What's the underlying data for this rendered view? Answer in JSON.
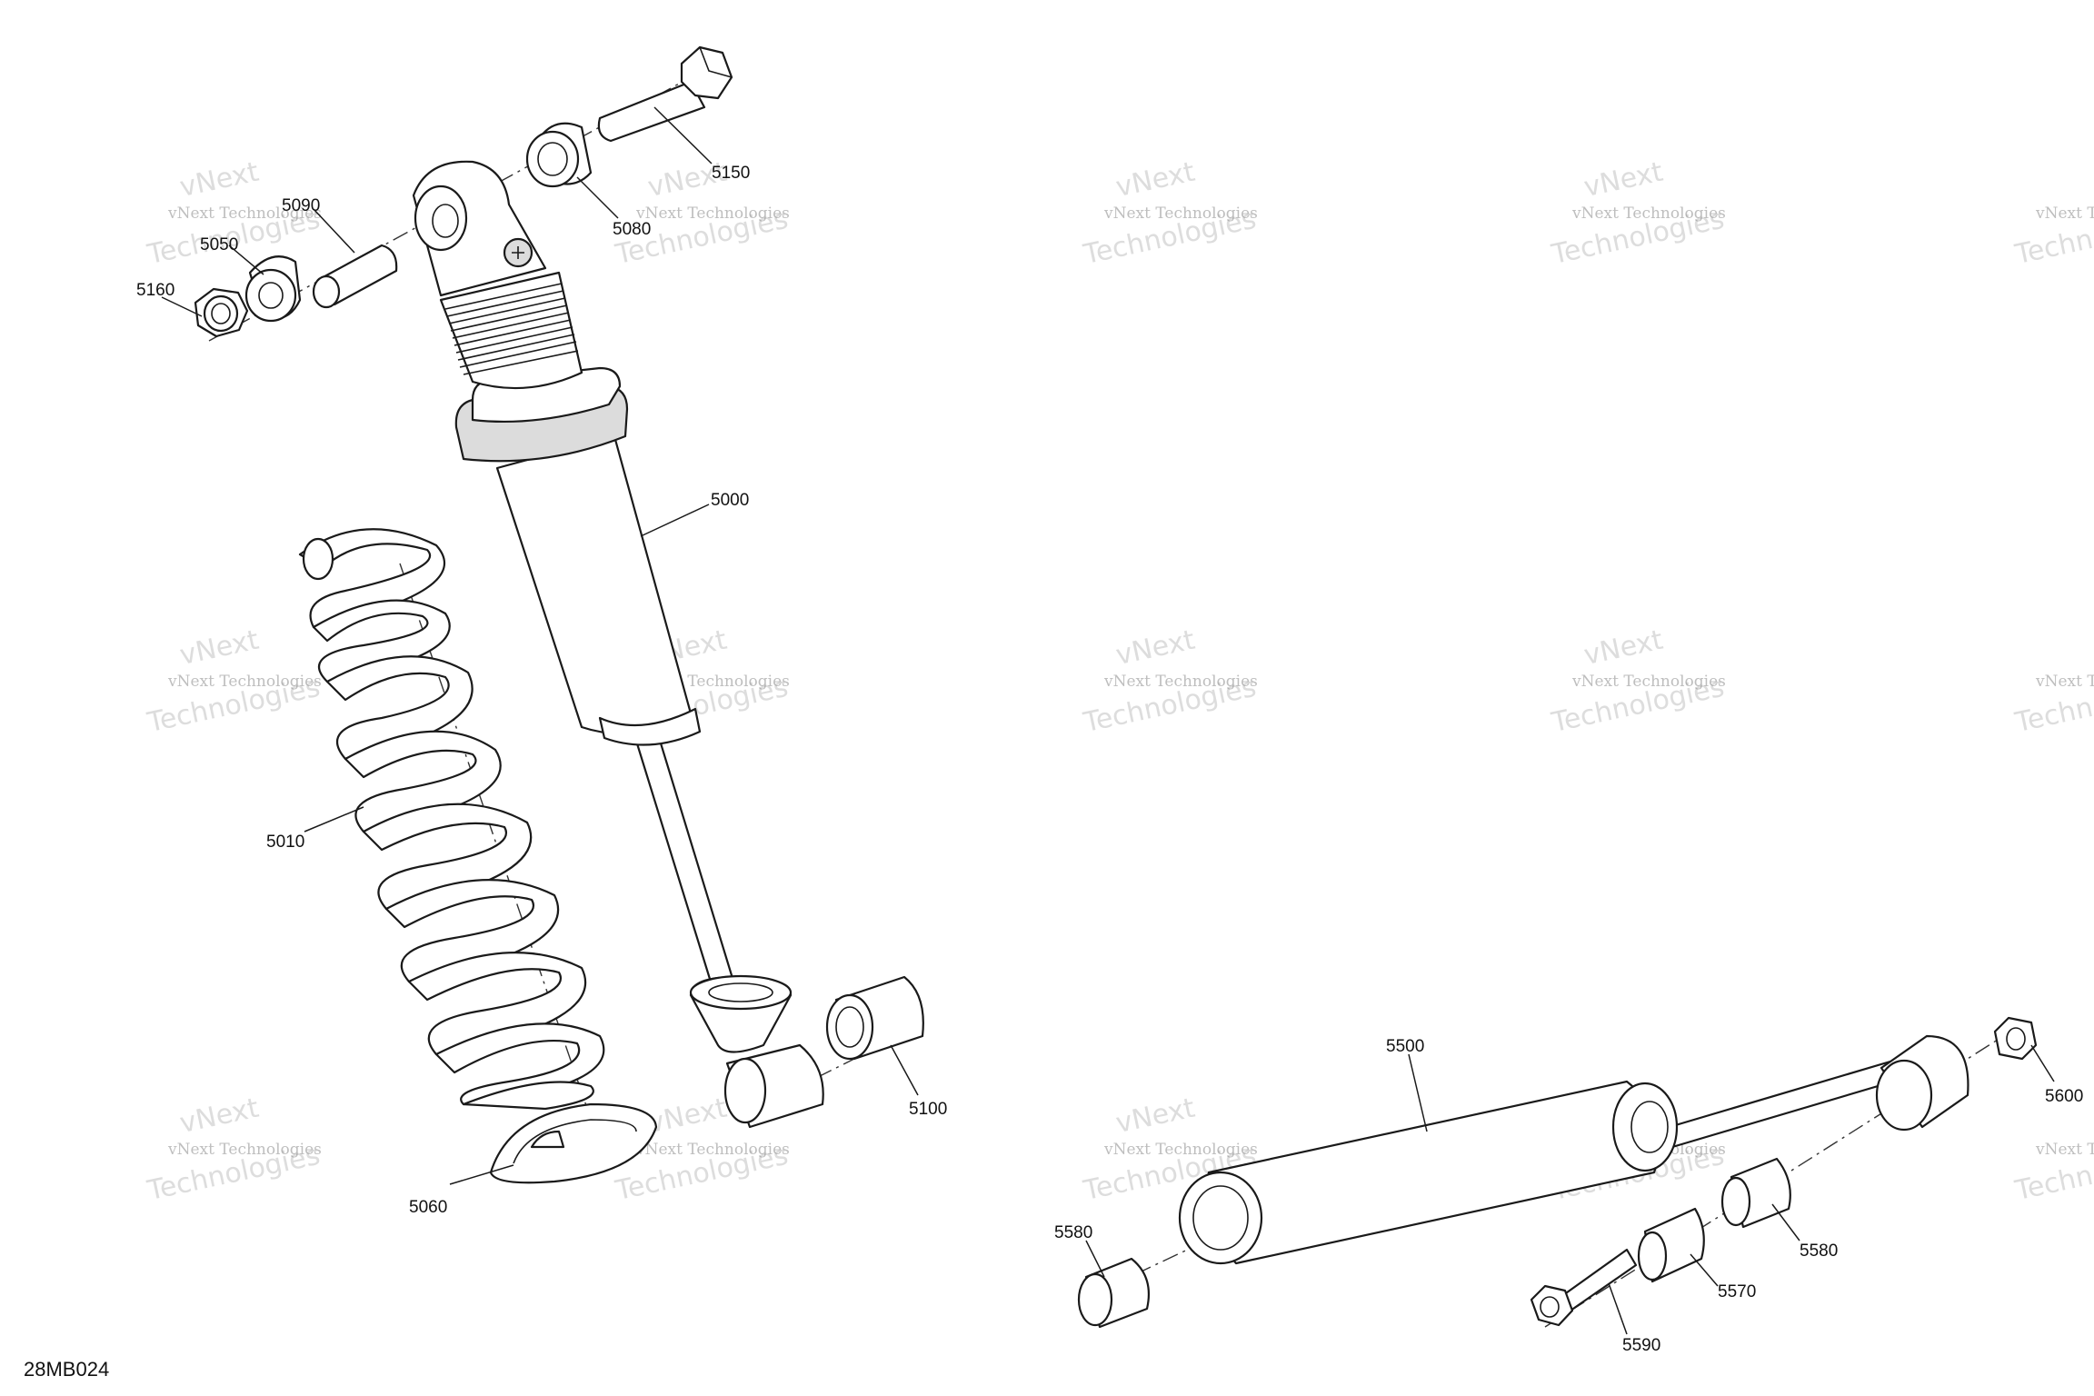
{
  "figure_id": "28MB024",
  "watermark": {
    "line1": "vNext Technologies",
    "line2": "Technologies",
    "corner": "vNext"
  },
  "callouts": {
    "p5000": "5000",
    "p5010": "5010",
    "p5060": "5060",
    "p5080": "5080",
    "p5090": "5090",
    "p5160": "5160",
    "p5050": "5050",
    "p5150": "5150",
    "p5100": "5100",
    "p5500": "5500",
    "p5580a": "5580",
    "p5580b": "5580",
    "p5570": "5570",
    "p5590": "5590",
    "p5600": "5600"
  }
}
